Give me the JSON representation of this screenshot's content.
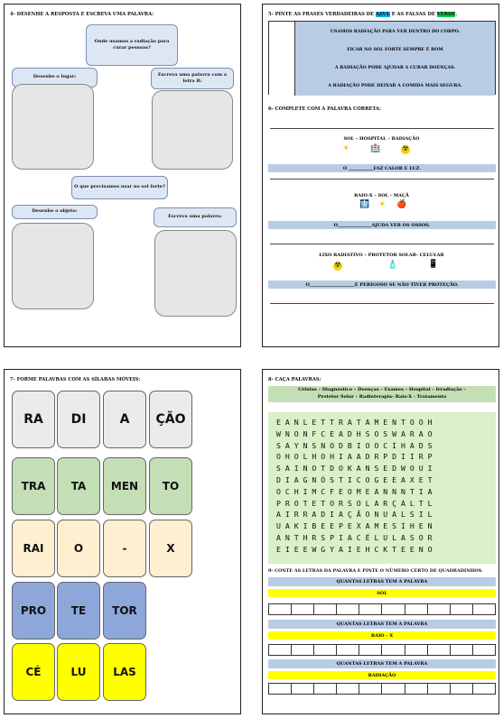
{
  "p1": {
    "title": "4- Desenhe a resposta e escreva uma palavra:",
    "question1": "Onde usamos a radiação para curar pessoas?",
    "draw_place": "Desenhe o lugar:",
    "write_word_r": "Escreva uma palavra com a letra R:",
    "question2": "O que precisamos usar no sol forte?",
    "draw_object": "Desenhe o objeto:",
    "write_word": "Escreva uma palavra:"
  },
  "p2": {
    "title_pre": "5- Pinte as frases verdadeiras de ",
    "blue_word": "azul",
    "title_mid": " e as falsas de ",
    "green_word": "verde",
    "title_end": ".",
    "statements": [
      "Usamos radiação para ver dentro do corpo.",
      "Ficar no sol forte sempre é bom",
      "A radiação pode ajudar a curar doenças.",
      "A radiação pode deixar a comida mais segura."
    ],
    "complete_title": "6- Complete com a palavra correta:",
    "options": [
      {
        "words": "Sol – Hospital – Radiação",
        "sentence": "O ___________faz calor e luz.",
        "icons": [
          "☀",
          "🏥",
          "☢"
        ]
      },
      {
        "words": "Raio-X – Sol - Maçã",
        "sentence": "O_______________ajuda ver os ossos.",
        "icons": [
          "🩻",
          "☀",
          "🍎"
        ]
      },
      {
        "words": "Lixo radiativo – Protetor solar- Celular",
        "sentence": "O____________________é perigoso se não tiver proteção.",
        "icons": [
          "☢",
          "🧴",
          "📱"
        ]
      }
    ]
  },
  "p3": {
    "title": "7- Forme palavras com as sílabas móveis:",
    "rows": [
      {
        "color": "#ebebeb",
        "syllables": [
          "RA",
          "DI",
          "A",
          "ÇÃO"
        ]
      },
      {
        "color": "#c4dfb5",
        "syllables": [
          "TRA",
          "TA",
          "MEN",
          "TO"
        ]
      },
      {
        "color": "#fdefcf",
        "syllables": [
          "RAI",
          "O",
          "-",
          "X"
        ]
      },
      {
        "color": "#8da7da",
        "syllables": [
          "PRO",
          "TE",
          "TOR"
        ]
      },
      {
        "color": "#ffff00",
        "syllables": [
          "CÉ",
          "LU",
          "LAS"
        ]
      }
    ]
  },
  "p4": {
    "title": "8- Caça palavras:",
    "words_line1": "Células – Diagnóstico – Doenças – Exames – Hospital – Irradiação –",
    "words_line2": "Protetor Solar – Radioterapia- Raio-X - Tratamento",
    "grid": [
      "E A N L E T T R A T A M E N T O O H",
      "W N O N F C E A D H S O S W A R A O",
      "S A Y N S N O D B I O O C I H A D S",
      "O H O L H O H I A A D R P D I I R P",
      "S A I N O T D O K A N S E D W O U I",
      "D I A G N Ó S T I C O G E E A X E T",
      "O C H I M C F E O M E A N N N T I A",
      "P R O T E T O R S O L A R Ç A L T L",
      "A I R R A D I A Ç Ã O N U A L S I L",
      "U A K I B E E P E X A M E S I H E N",
      "A N T H R S P I A C É L U L A S O R",
      "E I E E W G Y A I E H C K T E E N O"
    ],
    "count_title": "9- Conte as letras da palavra e pinte o número certo de quadradinhos.",
    "count_items": [
      {
        "prompt": "Quantas letras tem a palavra",
        "word": "SOL"
      },
      {
        "prompt": "Quantas letras tem a palavra",
        "word": "RAIO - X"
      },
      {
        "prompt": "Quantas letras tem a palavra",
        "word": "RADIAÇÃO"
      }
    ]
  }
}
